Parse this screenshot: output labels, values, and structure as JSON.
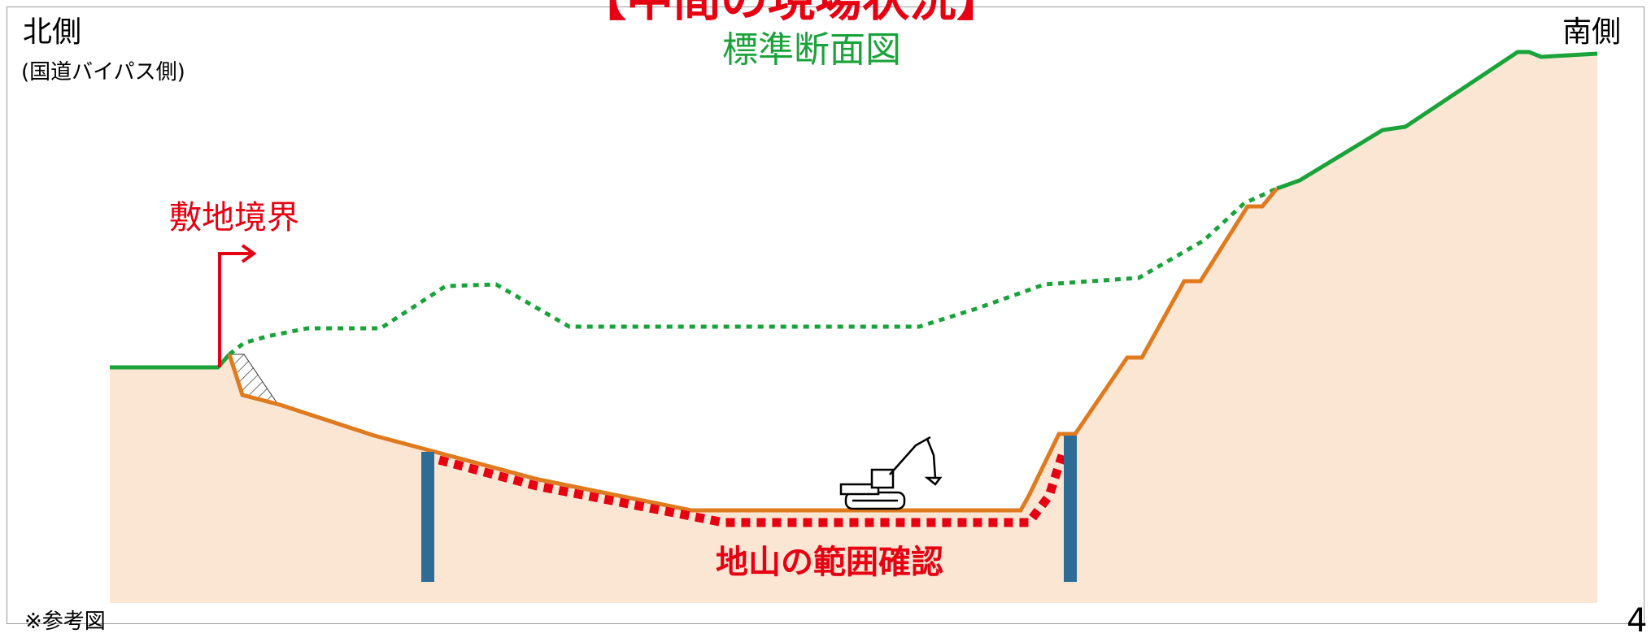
{
  "header": {
    "title": "【中間の現場状況】"
  },
  "labels": {
    "north": "北側",
    "north_sub": "(国道バイパス側)",
    "south": "南側",
    "diagram_title": "標準断面図",
    "site_boundary": "敷地境界",
    "ground_check": "地山の範囲確認",
    "reference": "※参考図",
    "page_number": "4"
  },
  "colors": {
    "ground_fill": "#fbe6d4",
    "surface_line": "#1aa33a",
    "excavation_line": "#e07a1f",
    "check_line": "#e60012",
    "piles": "#2e6b95",
    "boundary": "#e60012"
  },
  "icons": [
    "excavator-icon",
    "arrow-right-icon"
  ]
}
